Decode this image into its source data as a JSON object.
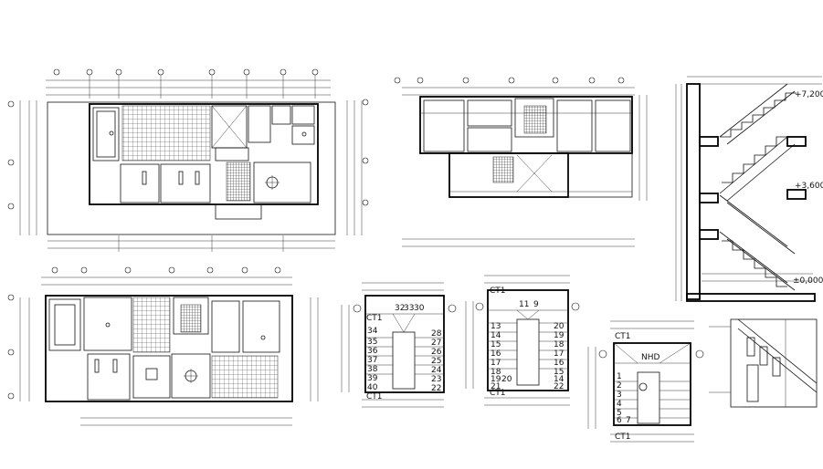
{
  "colors": {
    "ink": "#111111",
    "paper": "#ffffff"
  },
  "stair_labels": {
    "plan_a": {
      "right_numbers": [
        "28",
        "27",
        "26",
        "25",
        "24",
        "23",
        "22"
      ],
      "left_numbers": [
        "34",
        "35",
        "36",
        "37",
        "38",
        "39",
        "40"
      ],
      "top_numbers": [
        "32",
        "33",
        "30"
      ],
      "ct_top": "CT1",
      "ct_bottom": "CT1"
    },
    "plan_b": {
      "right_numbers": [
        "20",
        "19",
        "18",
        "17",
        "16",
        "15",
        "14",
        "22"
      ],
      "left_numbers": [
        "13",
        "14",
        "15",
        "16",
        "17",
        "18",
        "19",
        "20",
        "21"
      ],
      "top_numbers": [
        "11",
        "9"
      ],
      "ct_top": "CT1",
      "ct_bottom": "CT1"
    },
    "plan_c": {
      "left_numbers": [
        "1",
        "2",
        "3",
        "4",
        "5",
        "6",
        "7"
      ],
      "top_label": "NHD",
      "ct_top": "CT1",
      "ct_bottom": "CT1"
    }
  },
  "section": {
    "levels": [
      "+7,200",
      "+3,600",
      "±0,000"
    ]
  }
}
